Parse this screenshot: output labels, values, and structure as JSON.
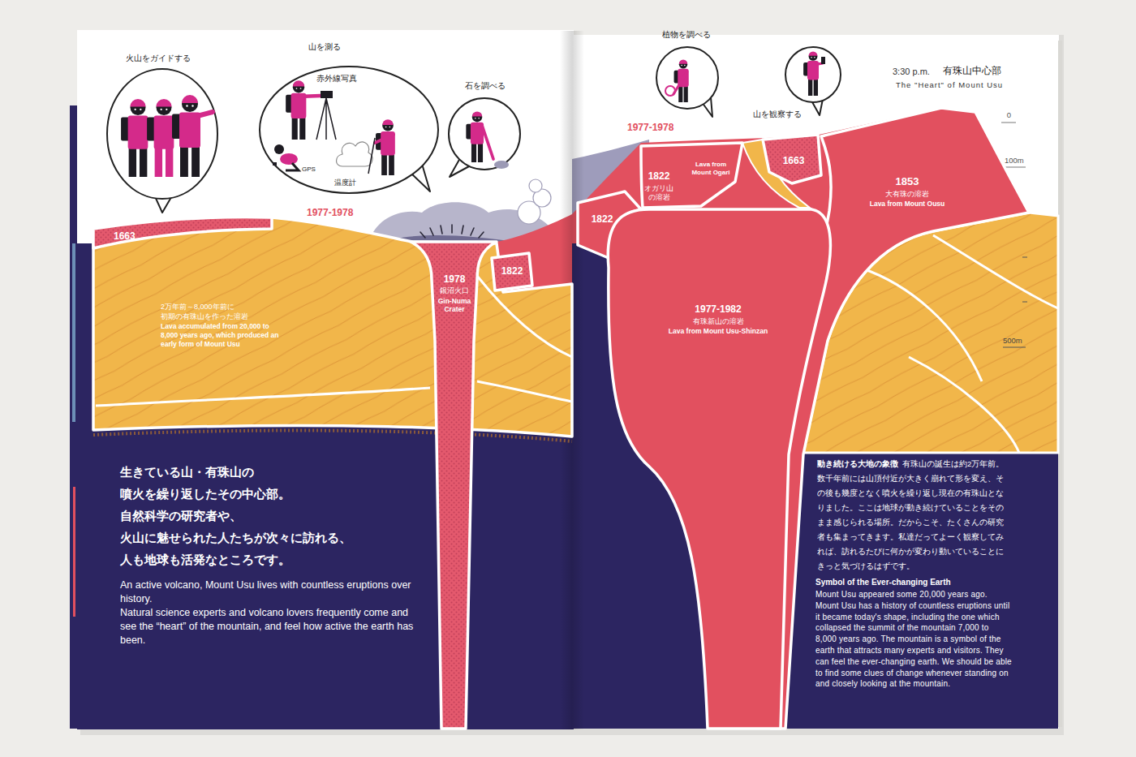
{
  "diagram": {
    "title": "有珠山中心部",
    "nodes": [
      {
        "text": [
          "火山をガイドする"
        ]
      },
      {
        "text": [
          "山を測る",
          "赤外線写真",
          "GPS",
          "温度計"
        ]
      },
      {
        "text": [
          "石を調べる"
        ]
      },
      {
        "text": [
          "植物を調べる"
        ]
      },
      {
        "text": [
          "山を観察する"
        ]
      },
      {
        "text": [
          "2万年前～8,000年前に 初期の有珠山を作った溶岩",
          "Lava accumulated from 20,000 to 8,000 years ago, which produced an early form of Mount Usu"
        ]
      },
      {
        "text": [
          "1663"
        ]
      },
      {
        "text": [
          "1978",
          "銀沼火口",
          "Gin-Numa Crater"
        ]
      },
      {
        "text": [
          "1822"
        ]
      },
      {
        "text": [
          "1822"
        ]
      },
      {
        "text": [
          "1822",
          "オガリ山 の溶岩",
          "Lava from Mount Ogari"
        ]
      },
      {
        "text": [
          "1663"
        ]
      },
      {
        "text": [
          "1853",
          "大有珠の溶岩",
          "Lava from Mount Ousu"
        ]
      },
      {
        "text": [
          "1977-1982",
          "有珠新山の溶岩",
          "Lava from Mount Usu-Shinzan"
        ]
      }
    ],
    "labels": [
      "3:30 p.m.",
      "The \"Heart\" of Mount Usu",
      "0",
      "100m",
      "500m",
      "1977-1978",
      "1977-1978",
      "生きている山・有珠山の 噴火を繰り返したその中心部。 自然科学の研究者や、 火山に魅せられた人たちが次々に訪れる、 人も地球も活発なところです。",
      "An active volcano, Mount Usu lives with countless eruptions over history.",
      "Natural science experts and volcano lovers frequently come and see the “heart” of the mountain, and feel how active the earth has been.",
      "動き続ける大地の象徴",
      "有珠山の誕生は約2万年前。数千年前には山頂付近が大きく崩れて形を変え、その後も幾度となく噴火を繰り返し現在の有珠山となりました。ここは地球が動き続けていることをそのまま感じられる場所。だからこそ、たくさんの研究者も集まってきます。私達だってよーく観察してみれば、訪れるたびに何かが変わり動いていることにきっと気づけるはずです。",
      "Symbol of the Ever-changing Earth",
      "Mount Usu appeared some 20,000 years ago. Mount Usu has a history of countless eruptions until it became today's shape, including the one which collapsed the summit of the mountain 7,000 to 8,000 years ago. The mountain is a symbol of the earth that attracts many experts and visitors. They can feel the ever-changing earth. We should be able to find some clues of change whenever standing on and closely looking at the mountain."
    ]
  }
}
